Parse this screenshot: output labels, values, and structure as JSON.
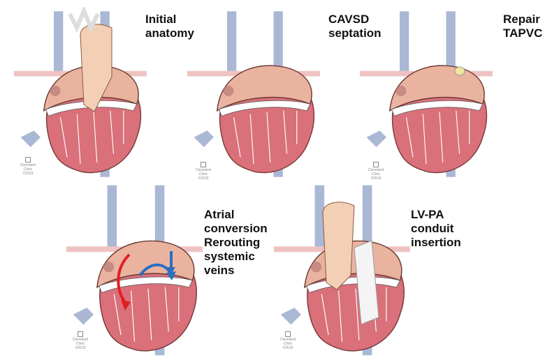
{
  "panels": [
    {
      "title_lines": [
        "Initial",
        "anatomy"
      ]
    },
    {
      "title_lines": [
        "CAVSD",
        "septation"
      ]
    },
    {
      "title_lines": [
        "Repair",
        "TAPVC"
      ]
    },
    {
      "title_lines": [
        "Atrial",
        "conversion",
        "Rerouting",
        "systemic",
        "veins"
      ]
    },
    {
      "title_lines": [
        "LV-PA",
        "conduit",
        "insertion"
      ]
    }
  ],
  "logo": {
    "name_lines": [
      "Cleveland",
      "Clinic"
    ],
    "year": "©2019"
  },
  "colors": {
    "heart": "#d9707a",
    "atrium": "#e9b3a0",
    "vein": "#aab8d6",
    "aorta": "#f3cfb6",
    "arrow_red": "#e02020",
    "arrow_blue": "#2a6fc0"
  }
}
